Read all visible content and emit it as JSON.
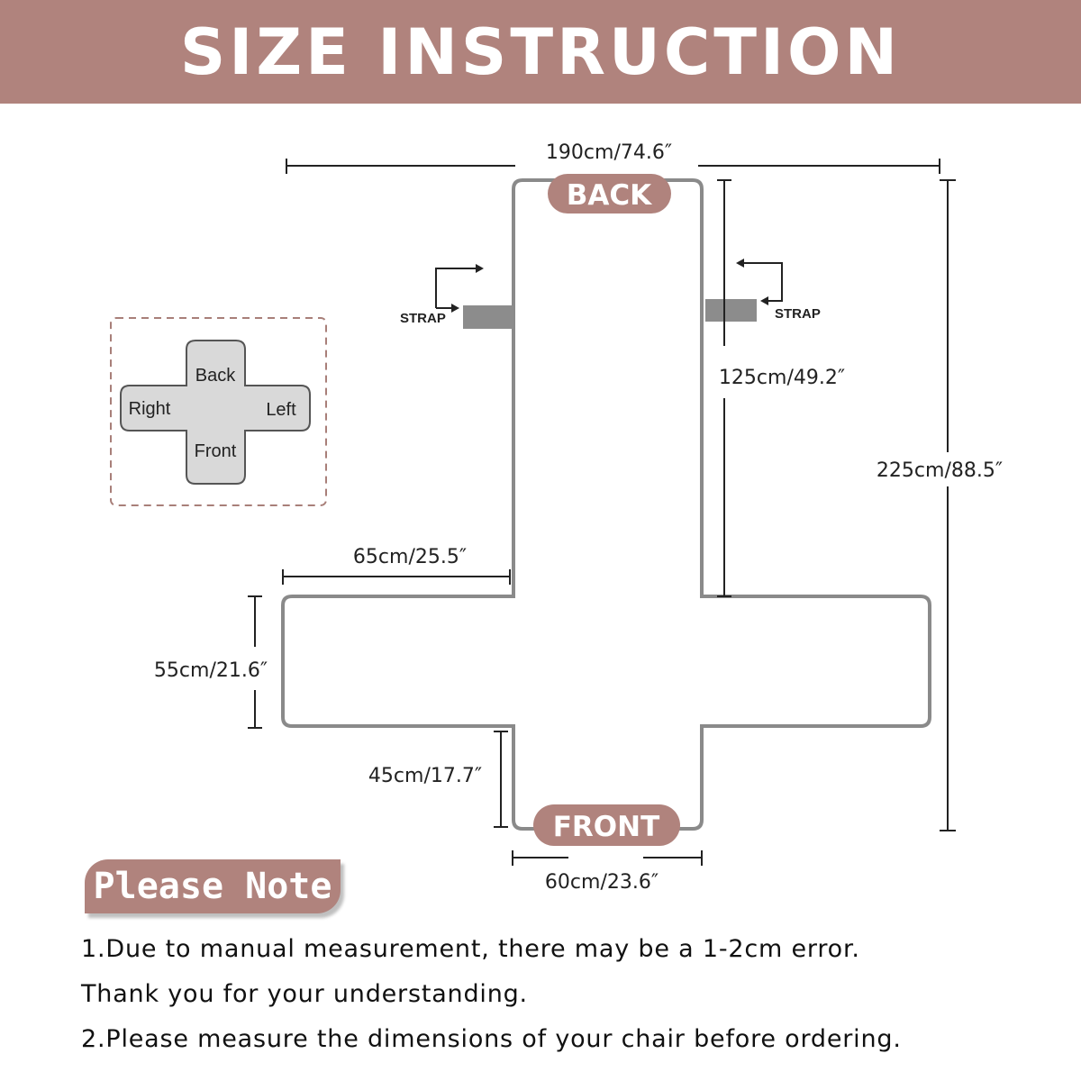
{
  "header": {
    "title": "SIZE INSTRUCTION"
  },
  "diagram": {
    "labels": {
      "back": "BACK",
      "front": "FRONT",
      "strap_left": "STRAP",
      "strap_right": "STRAP"
    },
    "dimensions": {
      "total_width": "190cm/74.6″",
      "back_length": "125cm/49.2″",
      "total_length": "225cm/88.5″",
      "arm_width": "65cm/25.5″",
      "arm_depth": "55cm/21.6″",
      "front_length": "45cm/17.7″",
      "front_width": "60cm/23.6″"
    }
  },
  "orientation_key": {
    "back": "Back",
    "front": "Front",
    "right": "Right",
    "left": "Left"
  },
  "note": {
    "title": "Please Note",
    "lines": [
      "1.Due to manual measurement, there may be a 1-2cm error.",
      "Thank you for your understanding.",
      "2.Please measure the dimensions of your chair before ordering."
    ]
  },
  "colors": {
    "accent": "#b0837d",
    "outline": "#8a8a8a",
    "strap": "#8c8c8c",
    "key_fill": "#d9d9d9"
  }
}
